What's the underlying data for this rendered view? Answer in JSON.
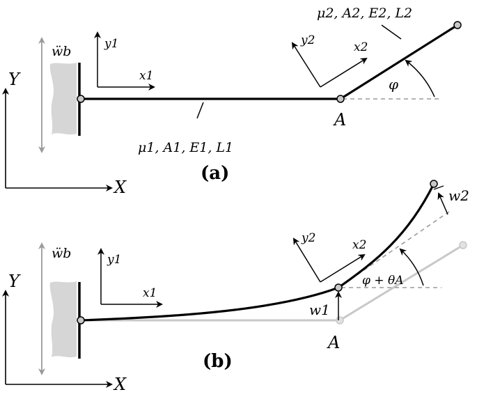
{
  "panel_a": {
    "label": "(a)",
    "global_x": "X",
    "global_y": "Y",
    "base_accel": "ẅb",
    "local1_x": "x1",
    "local1_y": "y1",
    "local2_x": "x2",
    "local2_y": "y2",
    "joint": "A",
    "angle": "φ",
    "beam1_params": "μ1,  A1,  E1,  L1",
    "beam2_params": "μ2,  A2,  E2,  L2"
  },
  "panel_b": {
    "label": "(b)",
    "global_x": "X",
    "global_y": "Y",
    "base_accel": "ẅb",
    "local1_x": "x1",
    "local1_y": "y1",
    "local2_x": "x2",
    "local2_y": "y2",
    "joint": "A",
    "angle": "φ + θA",
    "deflection1": "w1",
    "deflection2": "w2"
  },
  "colors": {
    "beam": "#000000",
    "ghost": "#c8c8c8",
    "wall": "#d6d6d6",
    "dashed": "#9a9a9a",
    "arrow_grey": "#9a9a9a"
  }
}
